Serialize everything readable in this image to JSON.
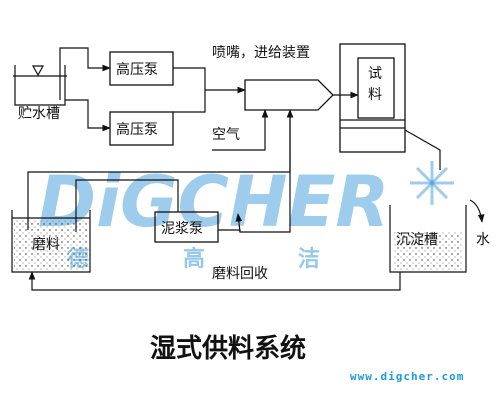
{
  "diagram": {
    "title": "湿式供料系统",
    "labels": {
      "storage_tank": "贮水槽",
      "pump_top": "高压泵",
      "pump_bottom": "高压泵",
      "nozzle_feed": "喷嘴，进给装置",
      "air": "空气",
      "workpiece": "试料",
      "abrasive_tank": "磨料",
      "slurry_pump": "泥浆泵",
      "settling_tank": "沉淀槽",
      "water": "水",
      "abrasive_recycle": "磨料回收"
    }
  },
  "watermark": {
    "logo_text": "DiGCHER",
    "chars": [
      "德",
      "高",
      "洁"
    ],
    "url": "www.digcher.com",
    "color": "#4fa3df"
  }
}
